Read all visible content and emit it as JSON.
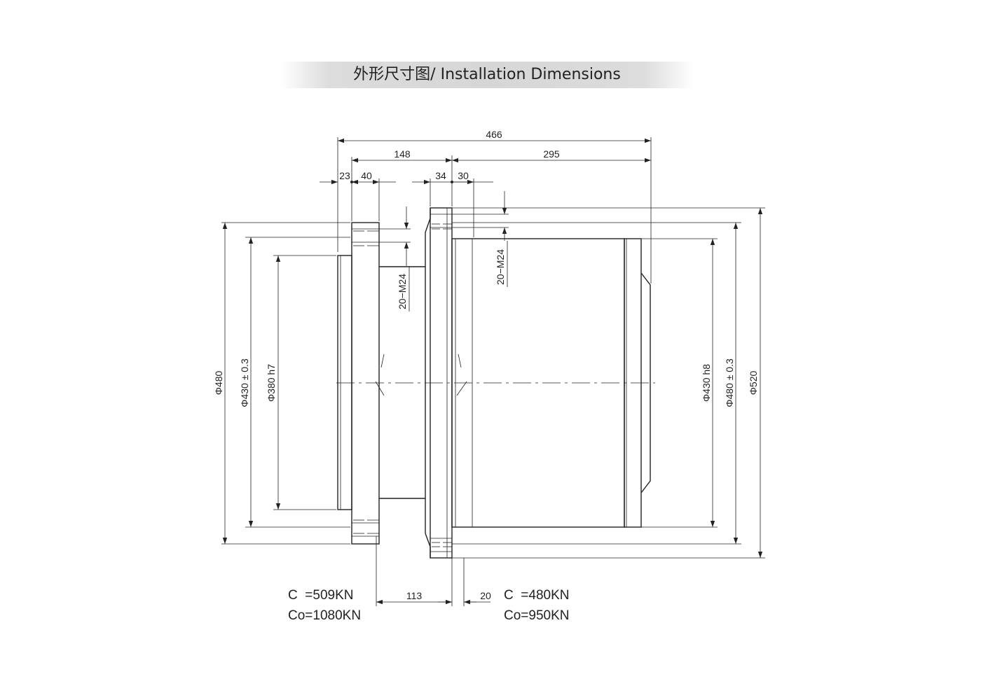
{
  "title": "外形尺寸图/ Installation Dimensions",
  "dimensions": {
    "overall_length": "466",
    "left_length": "148",
    "right_length": "295",
    "d23": "23",
    "d40": "40",
    "d34": "34",
    "d30": "30",
    "d113": "113",
    "d20": "20",
    "thread_left": "20−M24",
    "thread_right": "20−M24",
    "dia_480_left": "Φ480",
    "dia_430_left": "Φ430 ± 0.3",
    "dia_380": "Φ380 h7",
    "dia_430_right": "Φ430 h8",
    "dia_480_right": "Φ480 ± 0.3",
    "dia_520": "Φ520"
  },
  "ratings": {
    "left_c": "C  =509KN",
    "left_co": "Co=1080KN",
    "right_c": "C  =480KN",
    "right_co": "Co=950KN"
  }
}
